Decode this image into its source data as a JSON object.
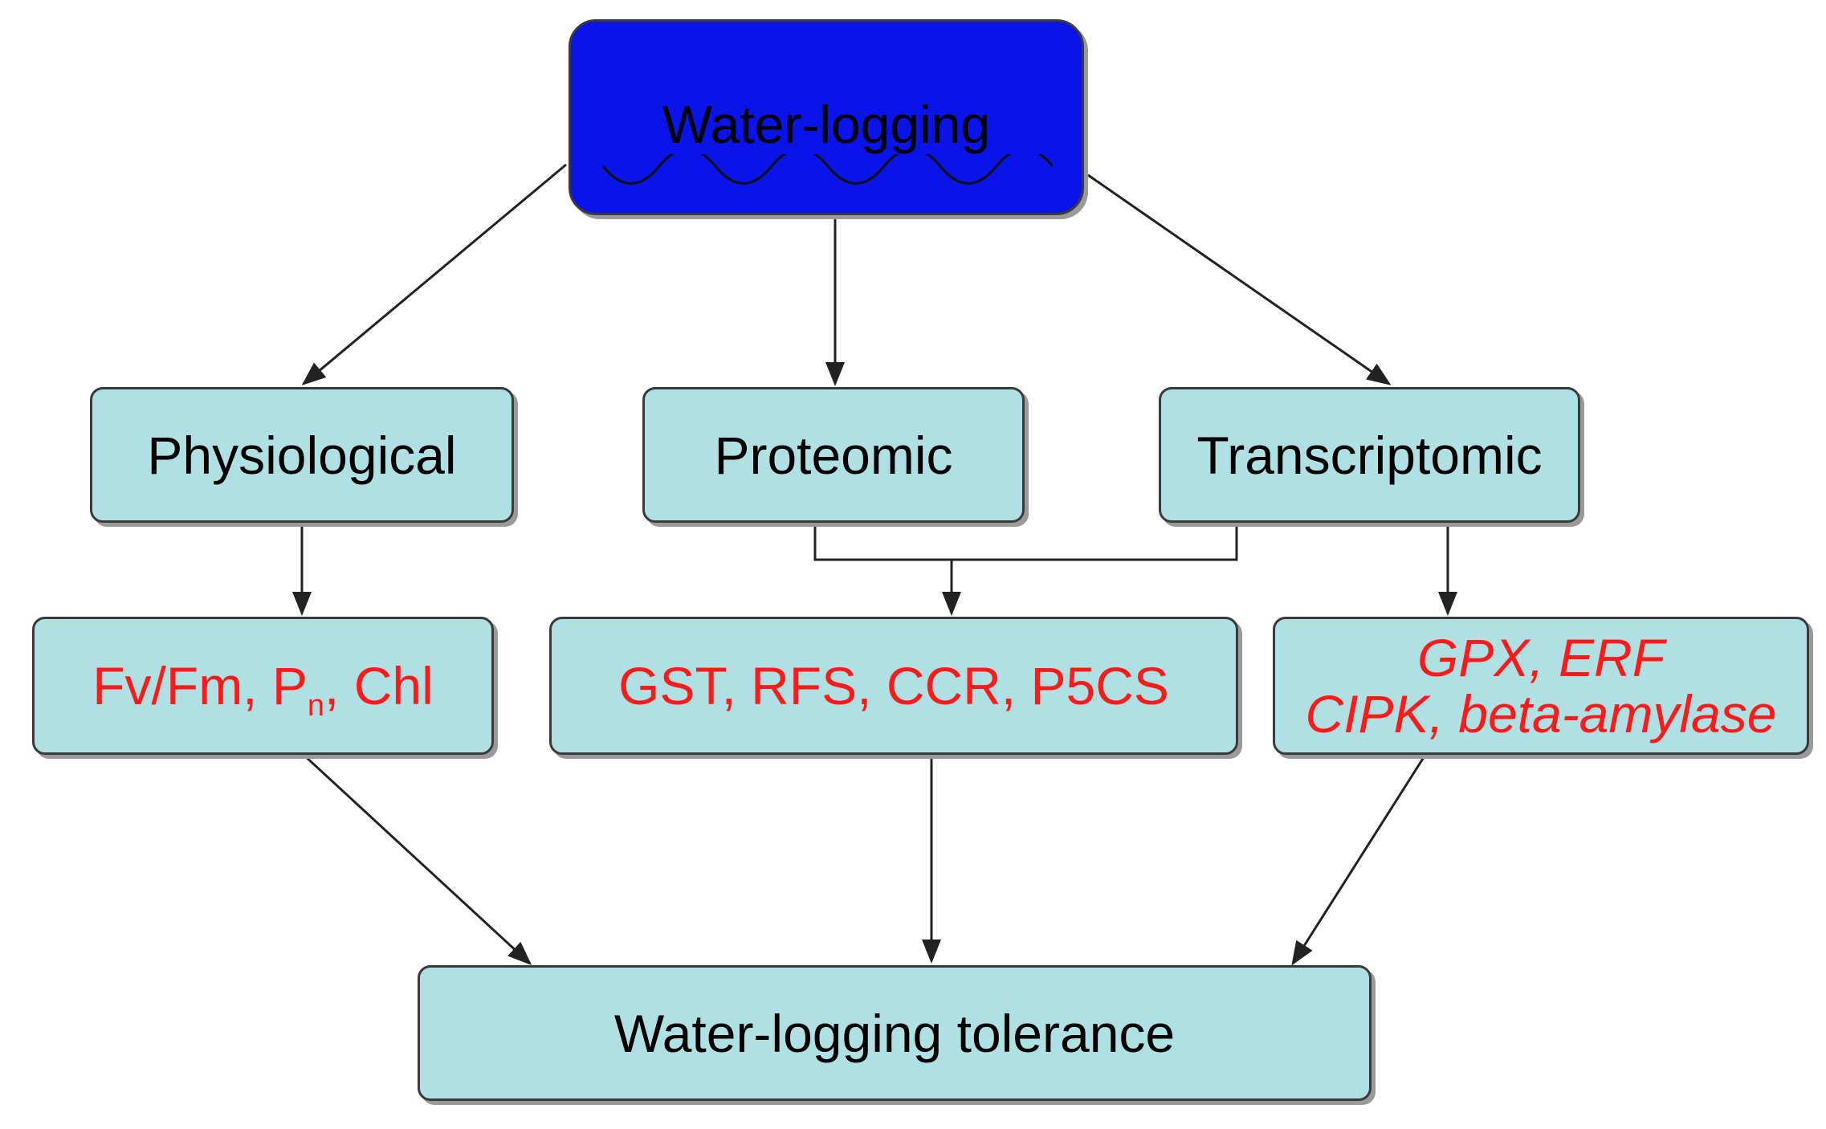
{
  "diagram": {
    "top_node": {
      "label": "Water-logging"
    },
    "physiological": {
      "label": "Physiological"
    },
    "proteomic": {
      "label": "Proteomic"
    },
    "transcriptomic": {
      "label": "Transcriptomic"
    },
    "physio_markers": {
      "part1": "Fv/Fm, P",
      "sub": "n",
      "part2": ", Chl"
    },
    "protein_markers": {
      "label": "GST, RFS, CCR, P5CS"
    },
    "gene_markers": {
      "line1": "GPX, ERF",
      "line2": "CIPK, beta-amylase"
    },
    "tolerance": {
      "label": "Water-logging tolerance"
    }
  },
  "colors": {
    "top_fill": "#0a14e8",
    "box_fill": "#aee0e4",
    "marker_text": "#ff1a1a",
    "arrow": "#222222"
  }
}
